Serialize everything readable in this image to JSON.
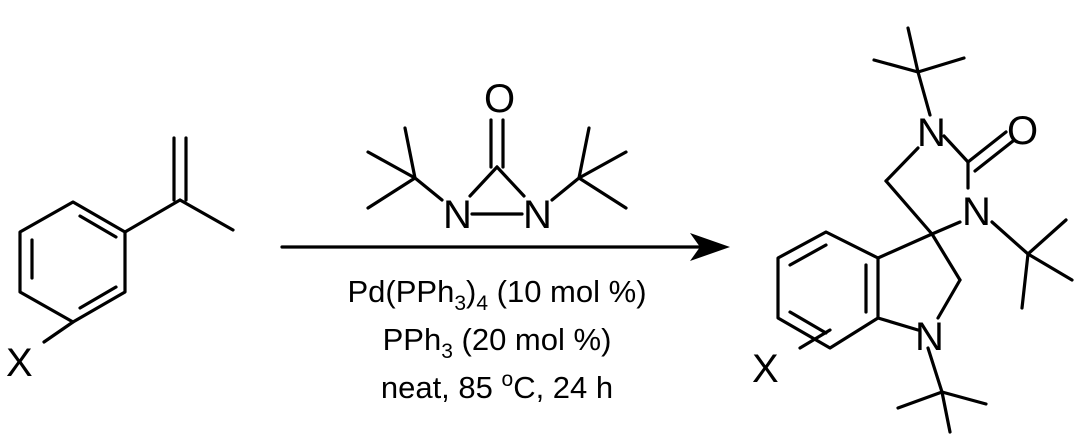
{
  "reagent": {
    "oxygen": "O",
    "nitrogen_left": "N",
    "nitrogen_right": "N"
  },
  "substrate": {
    "substituent": "X"
  },
  "product": {
    "oxygen": "O",
    "nitrogen_top": "N",
    "nitrogen_right": "N",
    "nitrogen_bottom": "N",
    "substituent": "X"
  },
  "conditions": {
    "line1": {
      "prefix": "Pd(PPh",
      "sub1": "3",
      "mid": ")",
      "sub2": "4",
      "suffix": " (10 mol %)"
    },
    "line2": {
      "prefix": "PPh",
      "sub1": "3",
      "suffix": " (20 mol %)"
    },
    "line3": {
      "prefix": "neat, 85 ",
      "sup": "o",
      "suffix": "C, 24 h"
    }
  }
}
